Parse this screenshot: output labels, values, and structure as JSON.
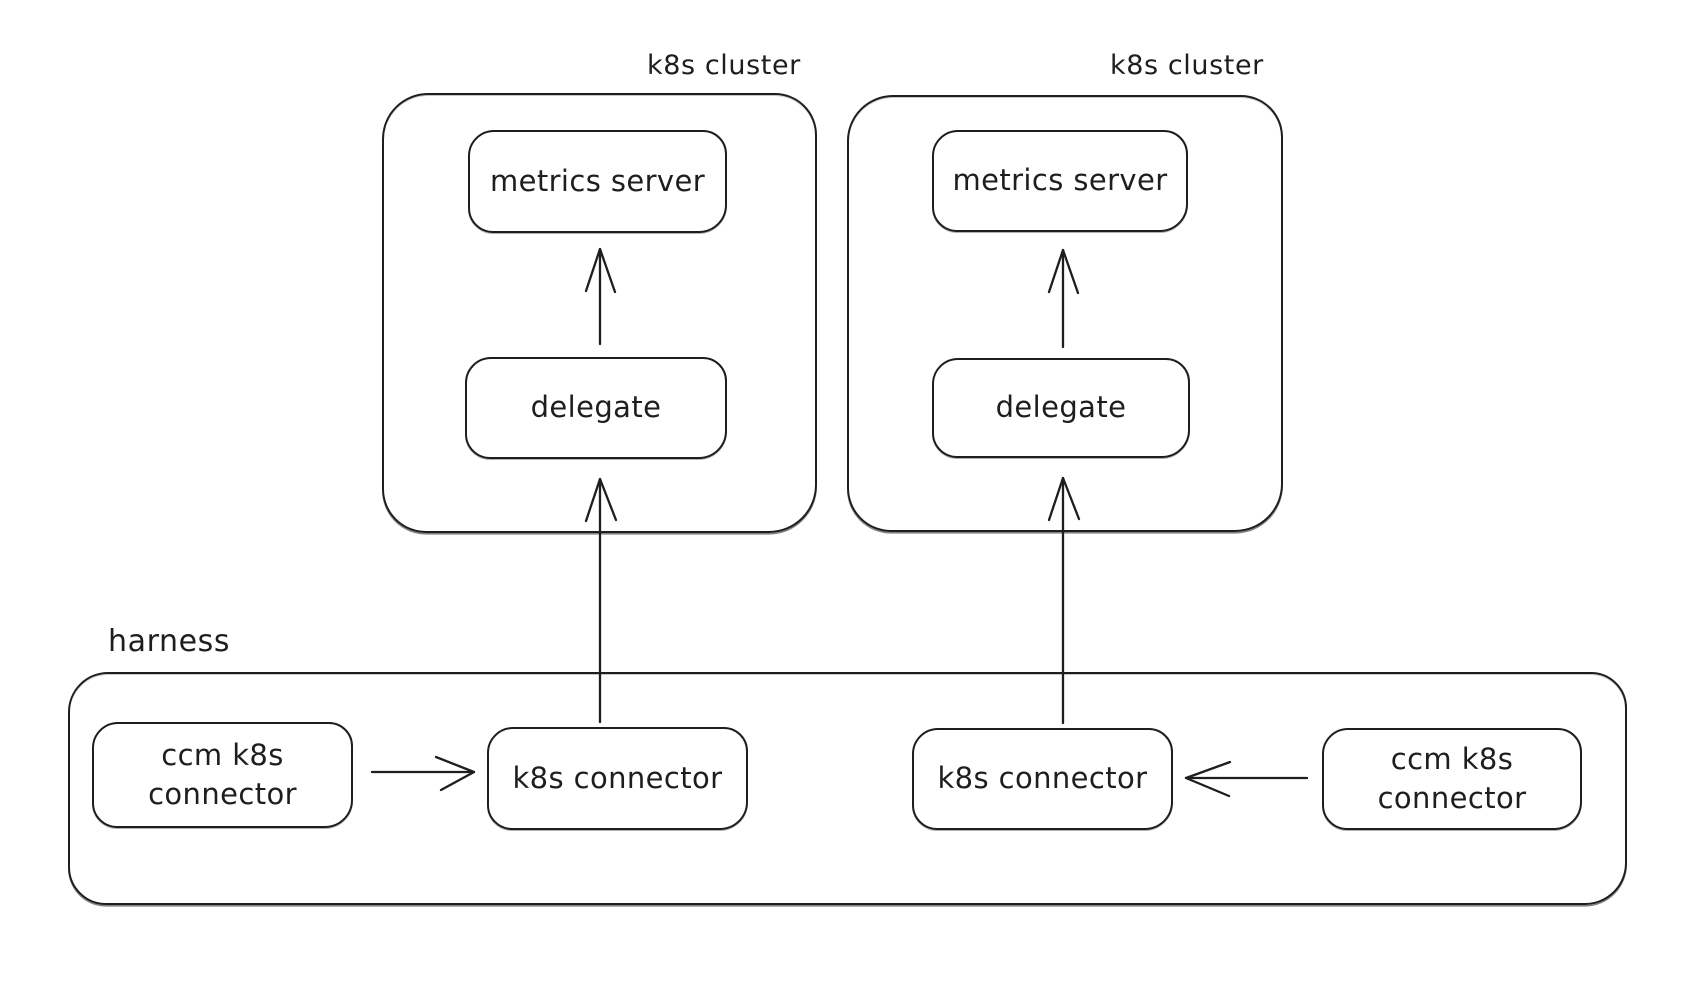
{
  "colors": {
    "stroke": "#1e1e1e",
    "background": "#ffffff"
  },
  "clusters": [
    {
      "label": "k8s cluster",
      "nodes": {
        "metrics_server": "metrics server",
        "delegate": "delegate"
      }
    },
    {
      "label": "k8s cluster",
      "nodes": {
        "metrics_server": "metrics server",
        "delegate": "delegate"
      }
    }
  ],
  "harness": {
    "label": "harness",
    "nodes": {
      "ccm_left": "ccm k8s connector",
      "k8s_left": "k8s connector",
      "k8s_right": "k8s connector",
      "ccm_right": "ccm k8s connector"
    }
  },
  "edges": [
    {
      "from": "delegate (left cluster)",
      "to": "metrics server (left cluster)",
      "direction": "up"
    },
    {
      "from": "delegate (right cluster)",
      "to": "metrics server (right cluster)",
      "direction": "up"
    },
    {
      "from": "k8s connector (harness left)",
      "to": "delegate (left cluster)",
      "direction": "up"
    },
    {
      "from": "k8s connector (harness right)",
      "to": "delegate (right cluster)",
      "direction": "up"
    },
    {
      "from": "ccm k8s connector (harness left)",
      "to": "k8s connector (harness left)",
      "direction": "right"
    },
    {
      "from": "ccm k8s connector (harness right)",
      "to": "k8s connector (harness right)",
      "direction": "left"
    }
  ]
}
